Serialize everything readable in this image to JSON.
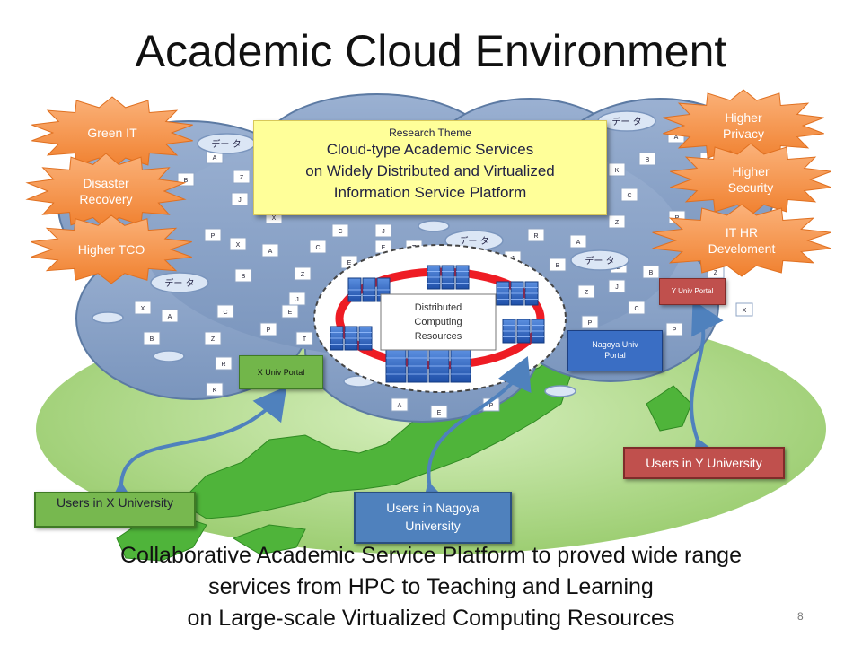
{
  "title": "Academic Cloud Environment",
  "research_theme": {
    "label": "Research Theme",
    "lines": [
      "Cloud-type Academic Services",
      "on Widely Distributed and Virtualized",
      "Information Service Platform"
    ]
  },
  "starbursts": {
    "left": [
      "Green IT",
      "Disaster Recovery",
      "Higher TCO"
    ],
    "right": [
      "Higher Privacy",
      "Higher Security",
      "IT HR Develoment"
    ]
  },
  "center_label": "Distributed Computing Resources",
  "portals": {
    "x": "X Univ Portal",
    "nagoya": "Nagoya Univ Portal",
    "y": "Y Univ Portal"
  },
  "users": {
    "x": "Users in X University",
    "nagoya": "Users in Nagoya University",
    "y": "Users in Y University"
  },
  "data_label": "デー タ",
  "tile_letters": [
    "A",
    "B",
    "Z",
    "J",
    "X",
    "C",
    "P",
    "R",
    "K",
    "T",
    "E"
  ],
  "bottom_text": [
    "Collaborative Academic Service Platform to proved wide range",
    "services from HPC to Teaching and Learning",
    "on Large-scale Virtualized Computing Resources"
  ],
  "page_number": "8",
  "colors": {
    "cloud": "#8aa3c6",
    "cloud_edge": "#5c7aa3",
    "ground": "#9fd07a",
    "land": "#4fb43a",
    "theme_bg": "#ffff99",
    "burst": "#f7954a",
    "ring": "#ee1c24",
    "x_green": "#6db33f",
    "nagoya_blue": "#2f62b4",
    "y_red": "#c0504d",
    "arrow": "#4f81bd"
  }
}
